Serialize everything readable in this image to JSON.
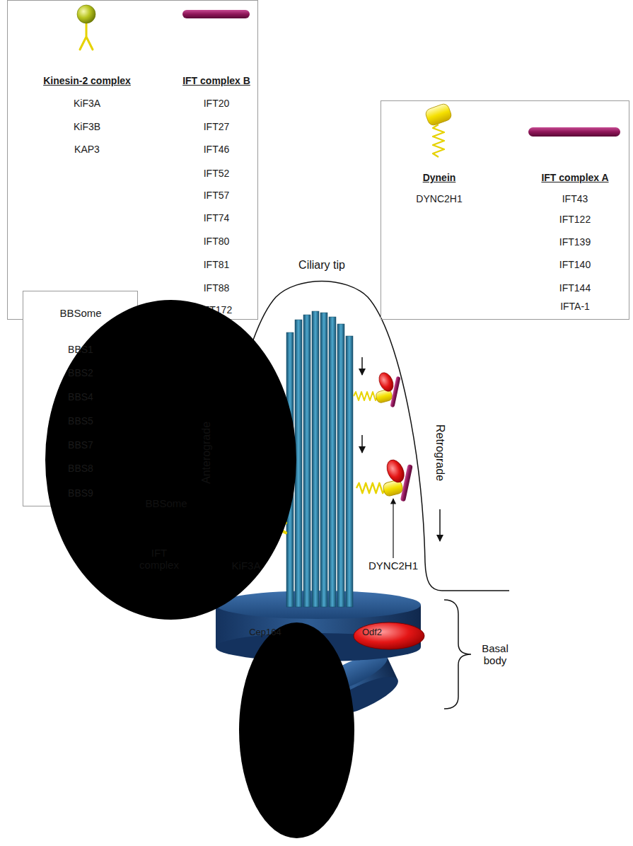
{
  "diagram": {
    "nodes": [
      {
        "text": [
          "Kinesin-2 complex",
          "KiF3A",
          "KiF3B",
          "KAP3",
          "IFT complex B",
          "IFT20",
          "IFT27",
          "IFT46",
          "IFT52",
          "IFT57",
          "IFT74",
          "IFT80",
          "IFT81",
          "IFT88",
          "IFT172"
        ]
      },
      {
        "text": [
          "BBS1",
          "BBS2",
          "BBS4",
          "BBS5",
          "BBS7",
          "BBS8",
          "BBS9"
        ]
      },
      {
        "text": [
          "BBSome"
        ],
        "in": 1
      },
      {
        "text": [
          "Dynein",
          "DYNC2H1",
          "IFT complex A",
          "IFT43",
          "IFT122",
          "IFT139",
          "IFT140",
          "IFT144",
          "IFTA-1"
        ]
      },
      {
        "text": [
          "Cep164"
        ]
      },
      {
        "text": [
          "Odf2"
        ]
      }
    ],
    "labels": [
      "Ciliary tip",
      "Anterograde",
      "Retrograde",
      "BBSome",
      "IFT complex",
      "KiF3A",
      "DYNC2H1",
      "Basal body"
    ]
  }
}
